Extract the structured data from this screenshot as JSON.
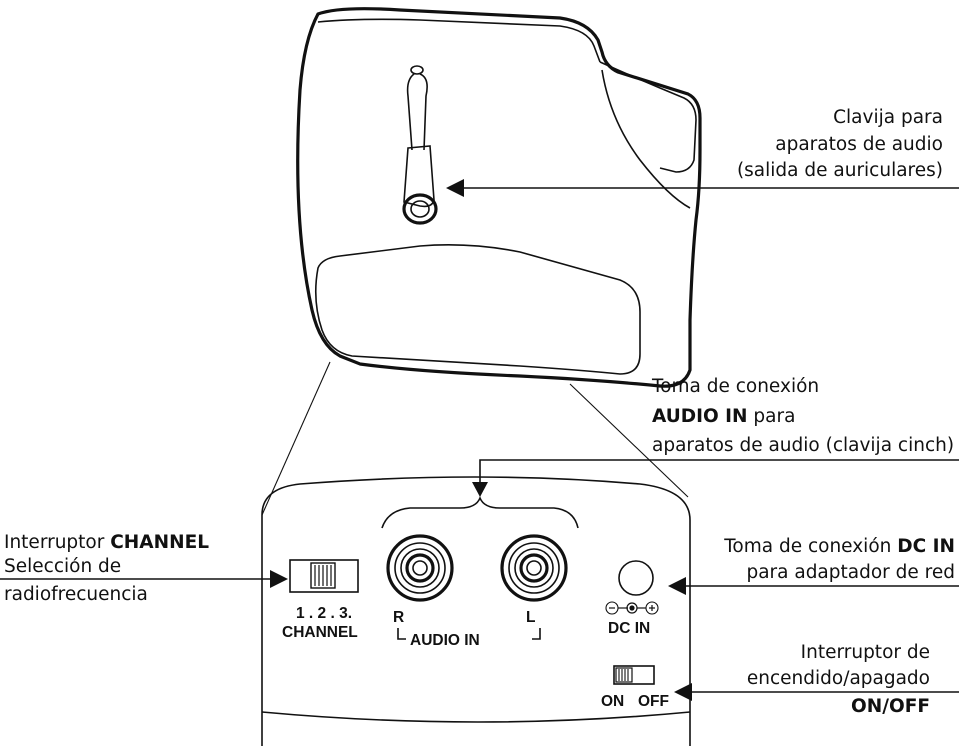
{
  "callouts": {
    "headphone": {
      "line1": "Clavija para",
      "line2": "aparatos de audio",
      "line3": "(salida de auriculares)"
    },
    "audio_in": {
      "line1": "Toma de conexión",
      "line2_bold": "AUDIO IN",
      "line2_rest": " para",
      "line3": "aparatos de audio (clavija cinch)"
    },
    "channel": {
      "line1_pre": "Interruptor ",
      "line1_bold": "CHANNEL",
      "line2": "Selección de",
      "line3": "radiofrecuencia"
    },
    "dc_in": {
      "line1_pre": "Toma de conexión ",
      "line1_bold": "DC IN",
      "line2": "para adaptador de red"
    },
    "power": {
      "line1": "Interruptor de",
      "line2": "encendido/apagado",
      "line3_bold": "ON/OFF"
    }
  },
  "panel": {
    "channel_numbers": "1 . 2 . 3.",
    "channel_label": "CHANNEL",
    "jack_r": "R",
    "jack_l": "L",
    "audio_in_label": "AUDIO IN",
    "dc_in_label": "DC IN",
    "on_label": "ON",
    "off_label": "OFF"
  }
}
